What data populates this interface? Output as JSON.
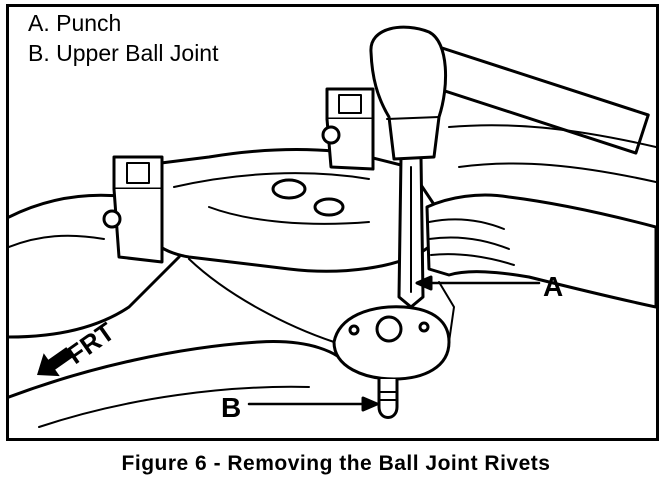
{
  "legend": {
    "items": [
      {
        "letter": "A.",
        "text": "Punch"
      },
      {
        "letter": "B.",
        "text": "Upper Ball Joint"
      }
    ]
  },
  "callouts": {
    "a": "A",
    "b": "B"
  },
  "direction": {
    "label": "FRT"
  },
  "caption": {
    "text": "Figure 6 - Removing the Ball Joint Rivets"
  },
  "colors": {
    "ink": "#000000",
    "paper": "#ffffff"
  }
}
